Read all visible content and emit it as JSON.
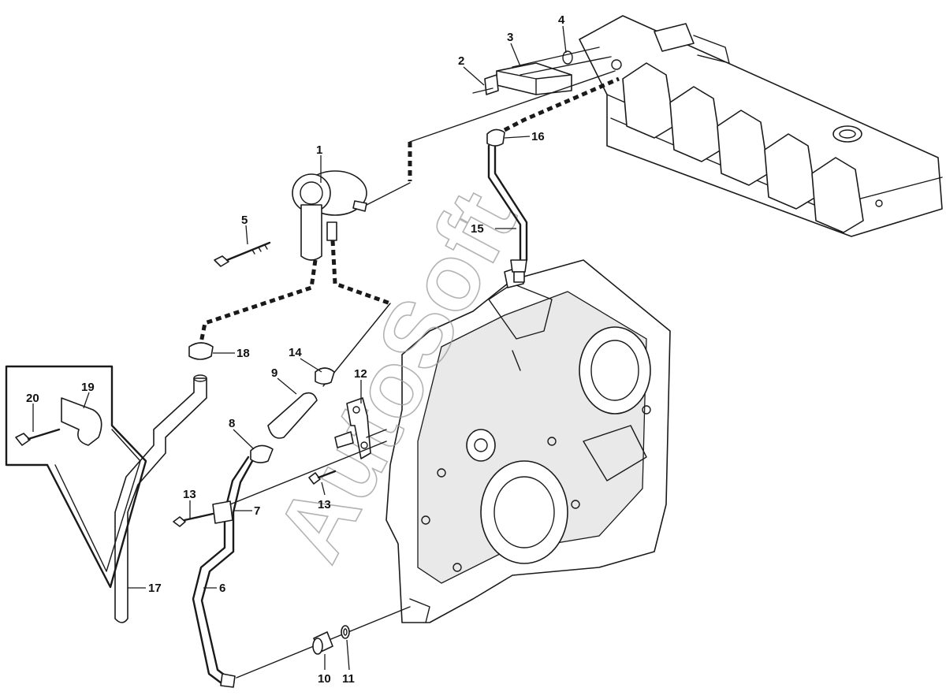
{
  "watermark": "AutoSoft",
  "callouts": [
    {
      "id": "1",
      "label": "1"
    },
    {
      "id": "2",
      "label": "2"
    },
    {
      "id": "3",
      "label": "3"
    },
    {
      "id": "4",
      "label": "4"
    },
    {
      "id": "5",
      "label": "5"
    },
    {
      "id": "6",
      "label": "6"
    },
    {
      "id": "7",
      "label": "7"
    },
    {
      "id": "8",
      "label": "8"
    },
    {
      "id": "9",
      "label": "9"
    },
    {
      "id": "10",
      "label": "10"
    },
    {
      "id": "11",
      "label": "11"
    },
    {
      "id": "12",
      "label": "12"
    },
    {
      "id": "13a",
      "label": "13"
    },
    {
      "id": "13b",
      "label": "13"
    },
    {
      "id": "14",
      "label": "14"
    },
    {
      "id": "15",
      "label": "15"
    },
    {
      "id": "16",
      "label": "16"
    },
    {
      "id": "17",
      "label": "17"
    },
    {
      "id": "18",
      "label": "18"
    },
    {
      "id": "19",
      "label": "19"
    },
    {
      "id": "20",
      "label": "20"
    }
  ]
}
